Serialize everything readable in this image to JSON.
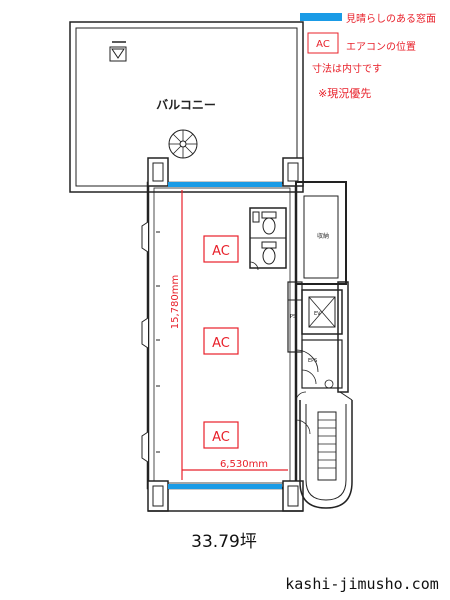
{
  "legend": {
    "view_window_label": "見晴らしのある窓面",
    "ac_box": "AC",
    "ac_label": "エアコンの位置",
    "dims_note": "寸法は内寸です",
    "current_note": "※現況優先",
    "view_color": "#1a9be6",
    "note_color": "#e8202a"
  },
  "plan": {
    "balcony_label": "バルコニー",
    "ac_units": [
      "AC",
      "AC",
      "AC"
    ],
    "dim_vertical": "15,780mm",
    "dim_horizontal": "6,530mm",
    "storage_label": "収納",
    "ps_label": "PS",
    "eps_label": "EPS",
    "ev_label": "EV"
  },
  "footer": {
    "area": "33.79坪",
    "site": "kashi-jimusho.com"
  }
}
